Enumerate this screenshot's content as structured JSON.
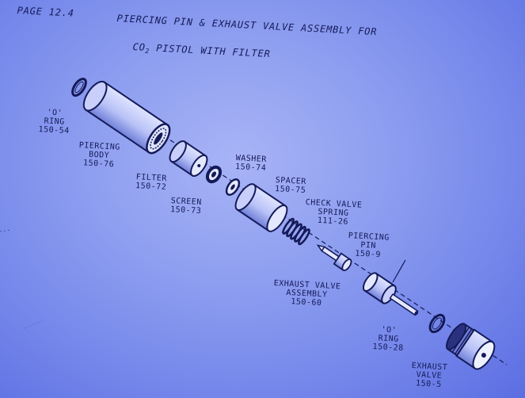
{
  "header": {
    "page": "PAGE 12.4",
    "title": "PIERCING PIN & EXHAUST VALVE ASSEMBLY FOR",
    "subtitle_pre": "CO",
    "subtitle_sub": "2",
    "subtitle_post": "PISTOL WITH FILTER"
  },
  "parts": {
    "o_ring_top": {
      "name": "'O'",
      "name2": "RING",
      "number": "150-54"
    },
    "piercing_body": {
      "name": "PIERCING",
      "name2": "BODY",
      "number": "150-76"
    },
    "filter": {
      "name": "FILTER",
      "number": "150-72"
    },
    "screen": {
      "name": "SCREEN",
      "number": "150-73"
    },
    "washer": {
      "name": "WASHER",
      "number": "150-74"
    },
    "spacer": {
      "name": "SPACER",
      "number": "150-75"
    },
    "check_valve_spring": {
      "name": "CHECK VALVE",
      "name2": "SPRING",
      "number": "111-26"
    },
    "piercing_pin": {
      "name": "PIERCING",
      "name2": "PIN",
      "number": "150-9"
    },
    "exhaust_valve_assembly": {
      "name": "EXHAUST VALVE",
      "name2": "ASSEMBLY",
      "number": "150-60"
    },
    "o_ring_bottom": {
      "name": "'O'",
      "name2": "RING",
      "number": "150-28"
    },
    "exhaust_valve": {
      "name": "EXHAUST",
      "name2": "VALVE",
      "number": "150-5"
    }
  },
  "colors": {
    "paper": "#8f9ff0",
    "ink": "#141a58",
    "shade": "#2a3280"
  }
}
